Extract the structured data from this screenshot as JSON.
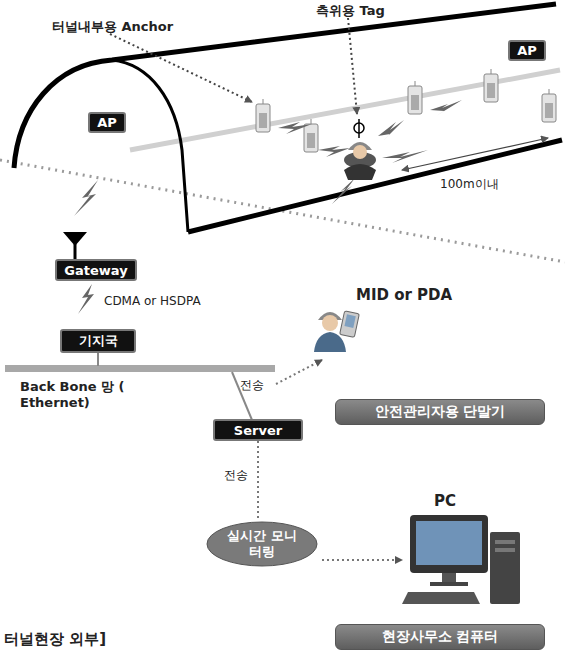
{
  "diagram": {
    "nodes": [
      {
        "text": [
          "AP"
        ]
      },
      {
        "text": [
          "AP"
        ]
      },
      {
        "text": [
          "Gateway"
        ]
      },
      {
        "text": [
          "기지국"
        ]
      },
      {
        "text": [
          "Server"
        ]
      },
      {
        "text": [
          "안전관리자용 단말기"
        ]
      },
      {
        "text": [
          "실시간 모니터링"
        ]
      },
      {
        "text": [
          "현장사무소 컴퓨터"
        ]
      }
    ],
    "edges": [
      {
        "from": 4,
        "to": 6,
        "label": "전송",
        "arrow": "none"
      }
    ],
    "labels": [
      "터널내부용 Anchor",
      "측위용 Tag",
      "100m이내",
      "CDMA or HSDPA",
      "Back Bone 망 ( Ethernet)",
      "전송",
      "MID or PDA",
      "PC",
      "터널현장 외부]"
    ]
  }
}
